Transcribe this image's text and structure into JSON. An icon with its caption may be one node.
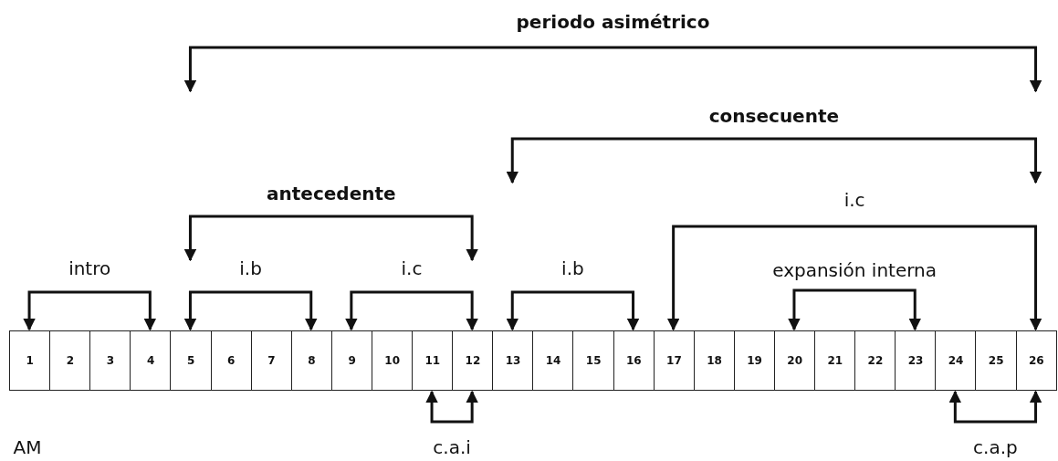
{
  "diagram": {
    "nodes": [
      {
        "text": [
          "1"
        ]
      },
      {
        "text": [
          "2"
        ]
      },
      {
        "text": [
          "3"
        ]
      },
      {
        "text": [
          "4"
        ]
      },
      {
        "text": [
          "5"
        ]
      },
      {
        "text": [
          "6"
        ]
      },
      {
        "text": [
          "7"
        ]
      },
      {
        "text": [
          "8"
        ]
      },
      {
        "text": [
          "9"
        ]
      },
      {
        "text": [
          "10"
        ]
      },
      {
        "text": [
          "11"
        ]
      },
      {
        "text": [
          "12"
        ]
      },
      {
        "text": [
          "13"
        ]
      },
      {
        "text": [
          "14"
        ]
      },
      {
        "text": [
          "15"
        ]
      },
      {
        "text": [
          "16"
        ]
      },
      {
        "text": [
          "17"
        ]
      },
      {
        "text": [
          "18"
        ]
      },
      {
        "text": [
          "19"
        ]
      },
      {
        "text": [
          "20"
        ]
      },
      {
        "text": [
          "21"
        ]
      },
      {
        "text": [
          "22"
        ]
      },
      {
        "text": [
          "23"
        ]
      },
      {
        "text": [
          "24"
        ]
      },
      {
        "text": [
          "25"
        ]
      },
      {
        "text": [
          "26"
        ]
      }
    ],
    "edges": [
      {
        "from": 16,
        "to": 25,
        "arrow": "both",
        "label": "i.c"
      },
      {
        "from": 0,
        "to": 3,
        "arrow": "both",
        "label": "intro"
      },
      {
        "from": 4,
        "to": 7,
        "arrow": "both",
        "label": "i.b"
      },
      {
        "from": 8,
        "to": 11,
        "arrow": "both",
        "label": "i.c"
      },
      {
        "from": 12,
        "to": 15,
        "arrow": "both",
        "label": "i.b"
      },
      {
        "from": 19,
        "to": 22,
        "arrow": "both",
        "label": "expansión interna"
      },
      {
        "from": 10,
        "to": 11,
        "arrow": "both",
        "label": "c.a.i"
      },
      {
        "from": 23,
        "to": 25,
        "arrow": "both",
        "label": "c.a.p"
      }
    ],
    "labels": [
      "periodo asimétrico",
      "consecuente",
      "antecedente",
      "AM"
    ]
  }
}
